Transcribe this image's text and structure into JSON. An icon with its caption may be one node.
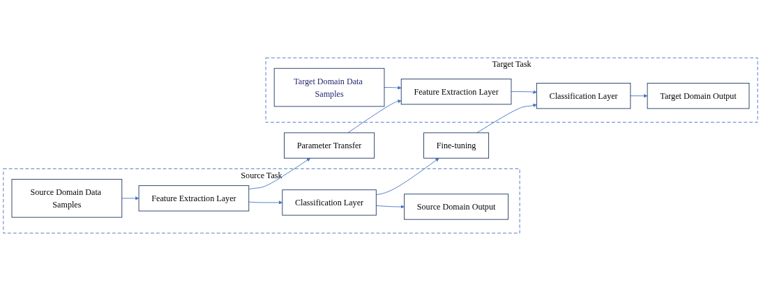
{
  "diagram": {
    "nodes": [
      {
        "text": [
          "Source Task"
        ]
      },
      {
        "text": [
          "Source Domain Data Samples"
        ],
        "in": 0
      },
      {
        "text": [
          "Feature Extraction Layer"
        ],
        "in": 0
      },
      {
        "text": [
          "Classification Layer"
        ],
        "in": 0
      },
      {
        "text": [
          "Source Domain Output"
        ],
        "in": 0
      },
      {
        "text": [
          "Parameter Transfer"
        ]
      },
      {
        "text": [
          "Fine-tuning"
        ]
      },
      {
        "text": [
          "Target Task"
        ]
      },
      {
        "text": [
          "Target Domain Data Samples"
        ],
        "in": 7
      },
      {
        "text": [
          "Feature Extraction Layer"
        ],
        "in": 7
      },
      {
        "text": [
          "Classification Layer"
        ],
        "in": 7
      },
      {
        "text": [
          "Target Domain Output"
        ],
        "in": 7
      }
    ],
    "edges": [
      {
        "from": 1,
        "to": 2,
        "arrow": "to"
      },
      {
        "from": 2,
        "to": 3,
        "arrow": "to"
      },
      {
        "from": 3,
        "to": 4,
        "arrow": "to"
      },
      {
        "from": 2,
        "to": 5,
        "arrow": "to"
      },
      {
        "from": 3,
        "to": 6,
        "arrow": "to"
      },
      {
        "from": 5,
        "to": 9,
        "arrow": "to"
      },
      {
        "from": 6,
        "to": 10,
        "arrow": "to"
      },
      {
        "from": 8,
        "to": 9,
        "arrow": "to"
      },
      {
        "from": 9,
        "to": 10,
        "arrow": "to"
      },
      {
        "from": 10,
        "to": 11,
        "arrow": "to"
      }
    ]
  }
}
